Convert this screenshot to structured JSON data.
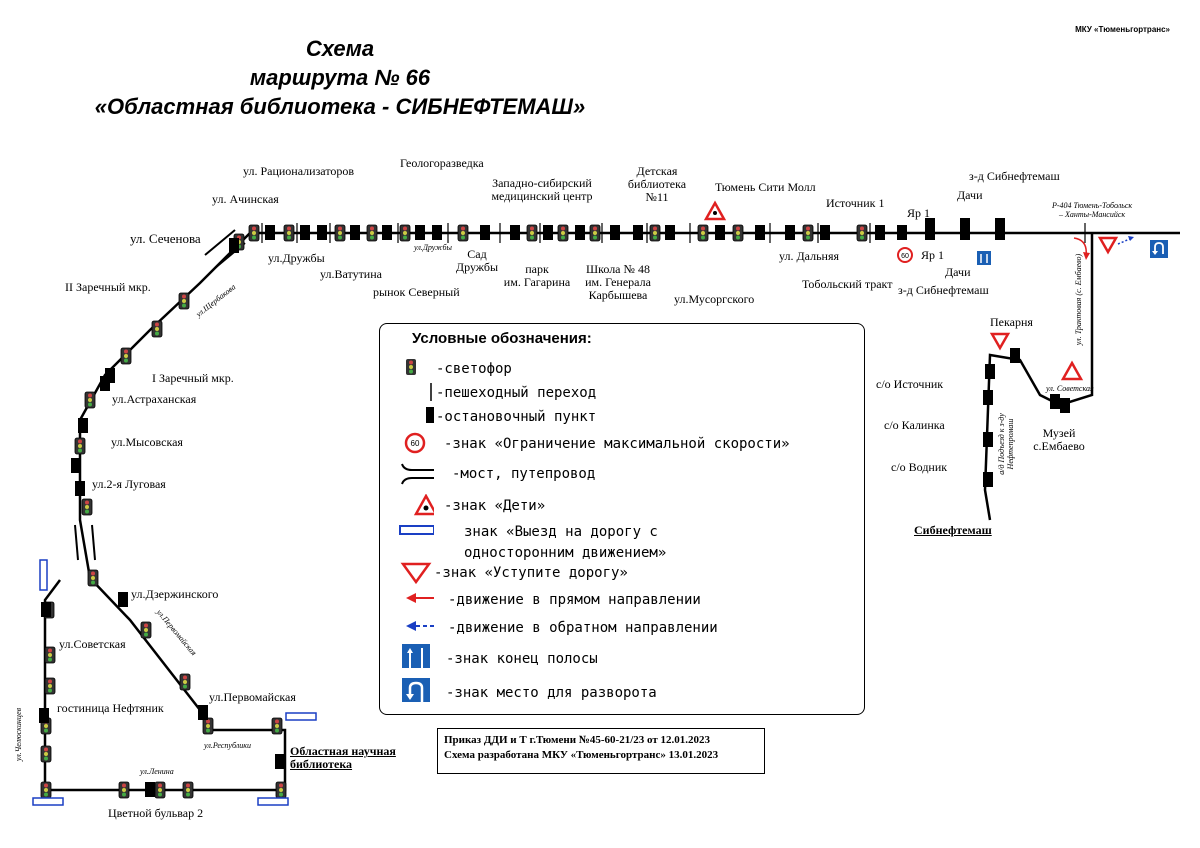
{
  "org": "МКУ «Тюменьгортранс»",
  "title": {
    "line1": "Схема",
    "line2": "маршрута № 66",
    "line3": "«Областная  библиотека - СИБНЕФТЕМАШ»"
  },
  "stops": {
    "sechenova": "ул. Сеченова",
    "achinskaya": "ул. Ачинская",
    "ratsionalizatorov": "ул. Рационализаторов",
    "druzhby": "ул.Дружбы",
    "vatutina": "ул.Ватутина",
    "geologorazvedka": "Геологоразведка",
    "rynok": "рынок Северный",
    "sad_druzhby": "Сад\nДружбы",
    "zapsib": "Западно-сибирский\nмедицинский центр",
    "park_gagarina": "парк\nим. Гагарина",
    "shkola48": "Школа № 48\nим. Генерала\nКарбышева",
    "det_biblioteka": "Детская\nбиблиотека\n№11",
    "mussorgskogo": "ул.Мусоргского",
    "siti_moll": "Тюмень Сити Молл",
    "dalnyaya": "ул. Дальняя",
    "tobolsky": "Тобольский тракт",
    "istochnik1": "Источник 1",
    "yar1_top": "Яр 1",
    "yar1_bot": "Яр 1",
    "dachi_top": "Дачи",
    "dachi_bot": "Дачи",
    "zd_sib_top": "з-д Сибнефтемаш",
    "zd_sib_bot": "з-д Сибнефтемаш",
    "zarechny2": "II Заречный мкр.",
    "zarechny1": "I Заречный мкр.",
    "astrakhanskaya": "ул.Астраханская",
    "mysovskaya": "ул.Мысовская",
    "lugovaya": "ул.2-я Луговая",
    "dzerzhinskogo": "ул.Дзержинского",
    "sovetskaya": "ул.Советская",
    "neftyanik": "гостиница Нефтяник",
    "pervomayskaya": "ул.Первомайская",
    "oblast_biblioteka": "Областная научная\nбиблиотека",
    "tsvetnoy": "Цветной бульвар 2",
    "pekarnya": "Пекарня",
    "so_istochnik": "с/о Источник",
    "so_kalinka": "с/о Калинка",
    "so_vodnik": "с/о Водник",
    "muzey": "Музей\nс.Ембаево",
    "sibneftemash": "Сибнефтемаш"
  },
  "streets": {
    "shchorsa": "ул.Щербакова",
    "druzhby_small": "ул.Дружбы",
    "pervomayskaya_small": "ул.Первомайская",
    "respubliki": "ул.Республики",
    "lenina": "ул.Ленина",
    "chelyuskintsev": "ул.Челюскинцев",
    "r404": "Р-404 Тюмень-Тобольск\n– Ханты-Мансийск",
    "trassa": "ул. Трактовая (с. Ембаево)",
    "sovetskaya_small": "ул. Советская",
    "podezd": "а/д Подъезд к з-ду\nНефтепромаш"
  },
  "legend": {
    "title": "Условные обозначения:",
    "items": [
      {
        "icon": "traffic-light-icon",
        "text": "-светофор"
      },
      {
        "icon": "pedestrian-crossing-icon",
        "text": "-пешеходный переход"
      },
      {
        "icon": "bus-stop-icon",
        "text": "-остановочный пункт"
      },
      {
        "icon": "speed-limit-icon",
        "text": "-знак «Ограничение максимальной скорости»"
      },
      {
        "icon": "bridge-icon",
        "text": "-мост, путепровод"
      },
      {
        "icon": "children-sign-icon",
        "text": "-знак «Дети»"
      },
      {
        "icon": "one-way-entry-icon",
        "text": "знак «Выезд на дорогу с\nодносторонним движением»"
      },
      {
        "icon": "yield-sign-icon",
        "text": "-знак «Уступите дорогу»"
      },
      {
        "icon": "forward-arrow-icon",
        "text": "-движение в прямом направлении"
      },
      {
        "icon": "backward-arrow-icon",
        "text": "-движение в обратном направлении"
      },
      {
        "icon": "lane-end-icon",
        "text": "-знак конец полосы"
      },
      {
        "icon": "u-turn-icon",
        "text": "-знак место для разворота"
      }
    ],
    "speed_value": "60"
  },
  "order": {
    "line1": "Приказ ДДИ и Т г.Тюмени №45-60-21/23  от 12.01.2023",
    "line2": "Схема разработана МКУ «Тюменьгортранс» 13.01.2023"
  },
  "colors": {
    "route": "#000000",
    "forward": "#e02020",
    "backward": "#1a3fc4",
    "sign_red": "#e02020",
    "sign_blue": "#1a5fb4"
  }
}
